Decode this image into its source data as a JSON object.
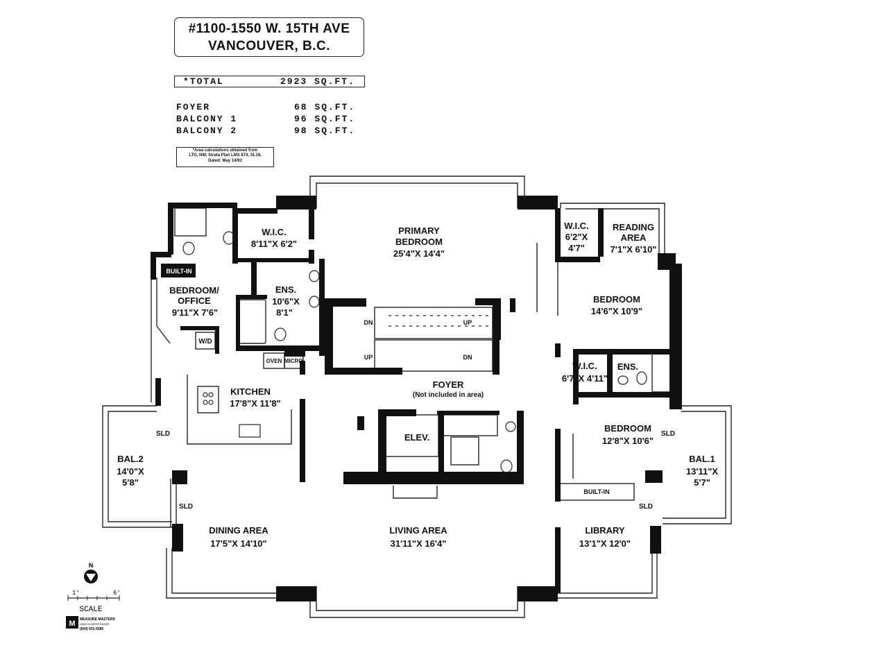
{
  "header": {
    "address_line1": "#1100-1550 W. 15TH AVE",
    "address_line2": "VANCOUVER, B.C."
  },
  "areas": {
    "total_label": "*TOTAL",
    "total_value": "2923 SQ.FT.",
    "rows": [
      {
        "label": "FOYER",
        "value": "68 SQ.FT."
      },
      {
        "label": "BALCONY 1",
        "value": "96 SQ.FT."
      },
      {
        "label": "BALCONY 2",
        "value": "98 SQ.FT."
      }
    ],
    "note": [
      "*Area calculations obtained from",
      "LTO, NW, Strata Plan LMS 874, SL18,",
      "Dated: May 14/93"
    ]
  },
  "rooms": {
    "wic1": {
      "name": "W.I.C.",
      "dims": "8'11\"X 6'2\""
    },
    "primary": {
      "name1": "PRIMARY",
      "name2": "BEDROOM",
      "dims": "25'4\"X 14'4\""
    },
    "wic2": {
      "name": "W.I.C.",
      "dims1": "6'2\"X",
      "dims2": "4'7\""
    },
    "reading": {
      "name1": "READING",
      "name2": "AREA",
      "dims": "7'1\"X 6'10\""
    },
    "builtin1": "BUILT-IN",
    "bed_office": {
      "name1": "BEDROOM/",
      "name2": "OFFICE",
      "dims": "9'11\"X 7'6\""
    },
    "ens1": {
      "name": "ENS.",
      "dims1": "10'6\"X",
      "dims2": "8'1\""
    },
    "bedroom1": {
      "name": "BEDROOM",
      "dims": "14'6\"X 10'9\""
    },
    "wd": "W/D",
    "oven": "OVEN",
    "micro": "MICRO",
    "dn1": "DN",
    "up1": "UP",
    "up2": "UP",
    "dn2": "DN",
    "wic3": {
      "name": "W.I.C.",
      "dims": "6'7\"X 4'11\""
    },
    "ens2": "ENS.",
    "kitchen": {
      "name": "KITCHEN",
      "dims": "17'8\"X 11'8\""
    },
    "foyer": {
      "name": "FOYER",
      "note": "(Not included in area)"
    },
    "elev": "ELEV.",
    "bedroom2": {
      "name": "BEDROOM",
      "dims": "12'8\"X 10'6\""
    },
    "sld_left": "SLD",
    "sld_right": "SLD",
    "sld_dining": "SLD",
    "sld_library": "SLD",
    "bal2": {
      "name": "BAL.2",
      "dims1": "14'0\"X",
      "dims2": "5'8\""
    },
    "bal1": {
      "name": "BAL.1",
      "dims1": "13'11\"X",
      "dims2": "5'7\""
    },
    "builtin2": "BUILT-IN",
    "dining": {
      "name": "DINING AREA",
      "dims": "17'5\"X 14'10\""
    },
    "living": {
      "name": "LIVING AREA",
      "dims": "31'11\"X 16'4\""
    },
    "library": {
      "name": "LIBRARY",
      "dims": "13'1\"X 12'0\""
    }
  },
  "legend": {
    "north": "N",
    "scale_left": "1'",
    "scale_right": "6'",
    "scale_label": "SCALE",
    "logo": "MEASURE MASTERS",
    "logo_sub": "VANCOUVER/FRASER",
    "phone": "(604) 931-5585"
  }
}
